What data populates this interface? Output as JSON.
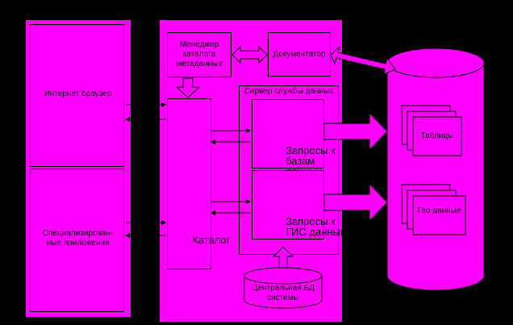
{
  "client": {
    "browser_label": "Интернет браузер",
    "apps_label": "Специализирован-ные приложения"
  },
  "server": {
    "metadata_manager_label": "Менеджер каталога метаданных",
    "documentator_label": "Документатор",
    "data_service_label": "Сервер службы данных",
    "catalog_label": "Каталог",
    "db_query_label": "Запросы к базам данных",
    "gis_query_label": "Запросы к ГИС данным",
    "central_db_label": "Центральная БД системы"
  },
  "storage": {
    "tables_label": "Таблицы",
    "geodata_label": "Гео данные"
  },
  "colors": {
    "fill": "#ff00ff",
    "background": "#000000",
    "stroke": "#000000"
  }
}
